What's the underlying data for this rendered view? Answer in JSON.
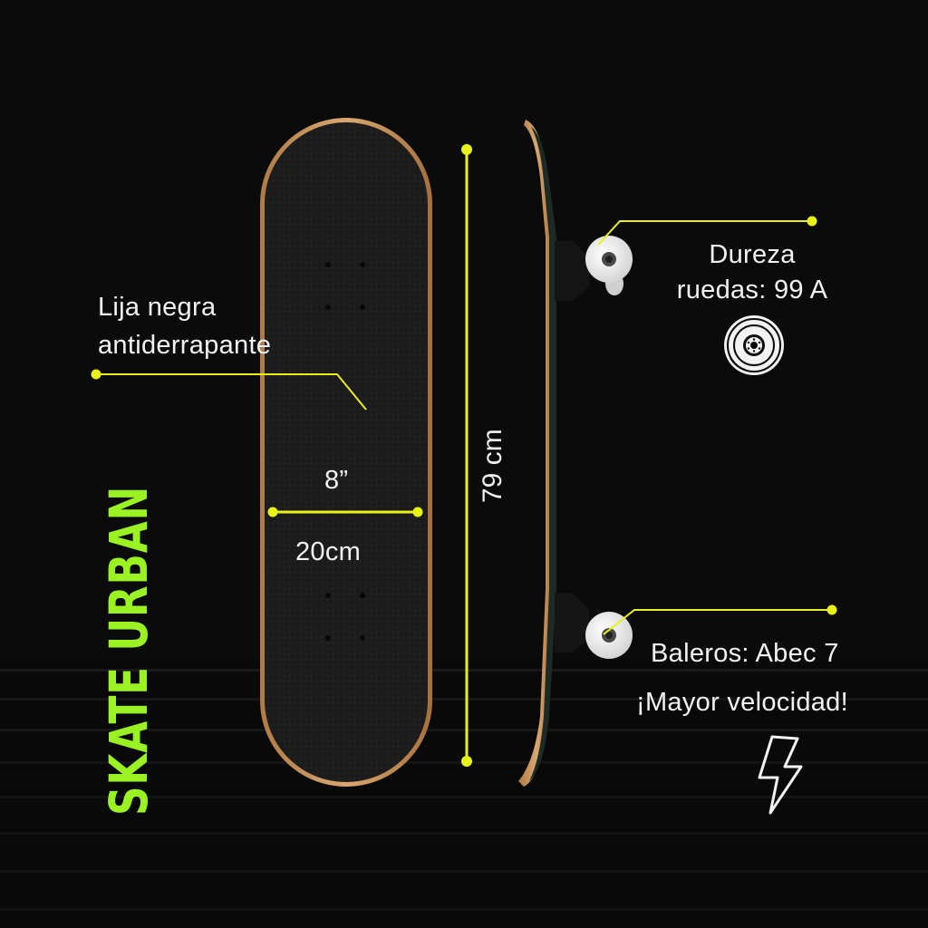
{
  "brand": "SKATE URBAN",
  "callouts": {
    "griptape_line1": "Lija negra",
    "griptape_line2": "antiderrapante",
    "width_in": "8”",
    "width_cm": "20cm",
    "length": "79 cm",
    "hardness_line1": "Dureza",
    "hardness_line2": "ruedas: 99 A",
    "bearings": "Baleros: Abec 7",
    "speed": "¡Mayor velocidad!"
  },
  "icons": {
    "wheel": "wheel-icon",
    "bolt": "lightning-bolt-icon"
  },
  "colors": {
    "background": "#0b0b0b",
    "accent": "#e9f217",
    "brand": "#9bf222",
    "text": "#f2f2f2",
    "griptape": "#1f1f1f",
    "wood": "#c9955c"
  }
}
